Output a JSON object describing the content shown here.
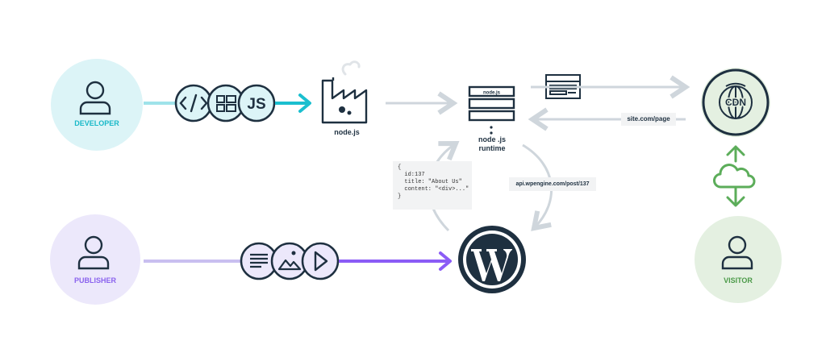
{
  "colors": {
    "navy": "#1e3040",
    "teal": "#1bbfcf",
    "teal_light": "#dcf4f7",
    "teal_text": "#19b9c8",
    "purple": "#8b5cf6",
    "purple_light": "#ece8fb",
    "purple_mid": "#c9bff0",
    "purple_text": "#8a62ee",
    "green": "#5cad5a",
    "green_light": "#e4f0e1",
    "green_text": "#4b9a48",
    "gray_arrow": "#cfd6dc",
    "panel": "#f2f3f4"
  },
  "actors": {
    "developer": {
      "label": "DEVELOPER",
      "icon": "person-icon"
    },
    "publisher": {
      "label": "PUBLISHER",
      "icon": "person-icon"
    },
    "visitor": {
      "label": "VISITOR",
      "icon": "person-icon"
    }
  },
  "developer_tools": {
    "icons": [
      "code-brackets-icon",
      "layout-grid-icon",
      "js-icon"
    ],
    "js_text": "JS"
  },
  "publisher_tools": {
    "icons": [
      "text-lines-icon",
      "image-icon",
      "play-icon"
    ]
  },
  "build": {
    "icon": "factory-icon",
    "label": "node.js"
  },
  "runtime": {
    "server_tag": "node.js",
    "label_line1": "node .js",
    "label_line2": "runtime"
  },
  "cdn": {
    "icon": "globe-icon",
    "text": "CDN"
  },
  "cloud": {
    "icon": "cloud-icon"
  },
  "cms": {
    "icon": "wordpress-logo"
  },
  "browser_icon": "browser-window-icon",
  "request_label": "site.com/page",
  "api_label": "api.wpengine.com/post/137",
  "json_snippet": {
    "line1": "{",
    "line2": "  id:137",
    "line3": "  title: \"About Us\"",
    "line4": "  content: \"<div>...\"",
    "line5": "}"
  }
}
